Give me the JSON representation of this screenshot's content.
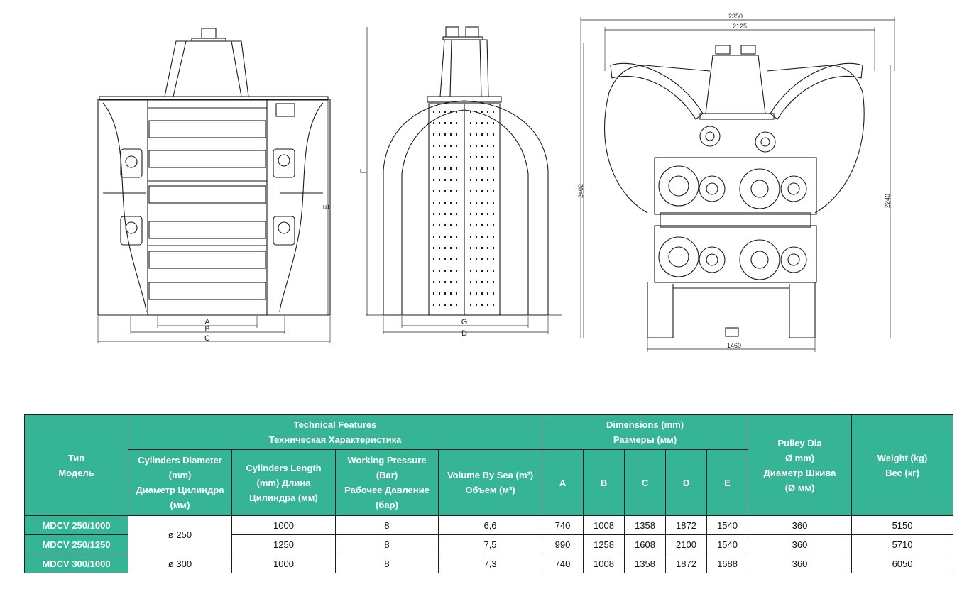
{
  "drawings": {
    "front_labels": [
      "A",
      "B",
      "C",
      "E"
    ],
    "side_labels": [
      "G",
      "D",
      "F"
    ],
    "right_dims": {
      "top_width": "2350",
      "inner_width": "2125",
      "height_left": "2402",
      "height_right": "2240",
      "base_width": "1460"
    }
  },
  "table": {
    "model_header": [
      "Тип",
      "Модель"
    ],
    "tech_header": [
      "Technical Features",
      "Техническая Характеристика"
    ],
    "dims_header": [
      "Dimensions (mm)",
      "Размеры (мм)"
    ],
    "pulley_header": [
      "Pulley Dia",
      "Ø mm)",
      "Диаметр Шкива",
      "(Ø мм)"
    ],
    "weight_header": [
      "Weight (kg)",
      "Вес (кг)"
    ],
    "sub_headers": {
      "diameter": [
        "Cylinders Diameter",
        "(mm)",
        "Диаметр Цилиндра",
        "(мм)"
      ],
      "length": [
        "Cylinders Length",
        "(mm) Длина",
        "Цилиндра (мм)"
      ],
      "pressure": [
        "Working Pressure",
        "(Bar)",
        "Рабочее Давление",
        "(бар)"
      ],
      "volume": [
        "Volume By Sea (m³)",
        "Объем (м³)"
      ],
      "dim_letters": [
        "A",
        "B",
        "C",
        "D",
        "E"
      ]
    },
    "rows": [
      {
        "model": "MDCV 250/1000",
        "length": "1000",
        "pressure": "8",
        "volume": "6,6",
        "A": "740",
        "B": "1008",
        "C": "1358",
        "D": "1872",
        "E": "1540",
        "pulley": "360",
        "weight": "5150"
      },
      {
        "model": "MDCV 250/1250",
        "length": "1250",
        "pressure": "8",
        "volume": "7,5",
        "A": "990",
        "B": "1258",
        "C": "1608",
        "D": "2100",
        "E": "1540",
        "pulley": "360",
        "weight": "5710"
      },
      {
        "model": "MDCV 300/1000",
        "length": "1000",
        "pressure": "8",
        "volume": "7,3",
        "A": "740",
        "B": "1008",
        "C": "1358",
        "D": "1872",
        "E": "1688",
        "pulley": "360",
        "weight": "6050"
      }
    ],
    "diameter_merged": "ø 250",
    "diameter_last": "ø 300"
  }
}
